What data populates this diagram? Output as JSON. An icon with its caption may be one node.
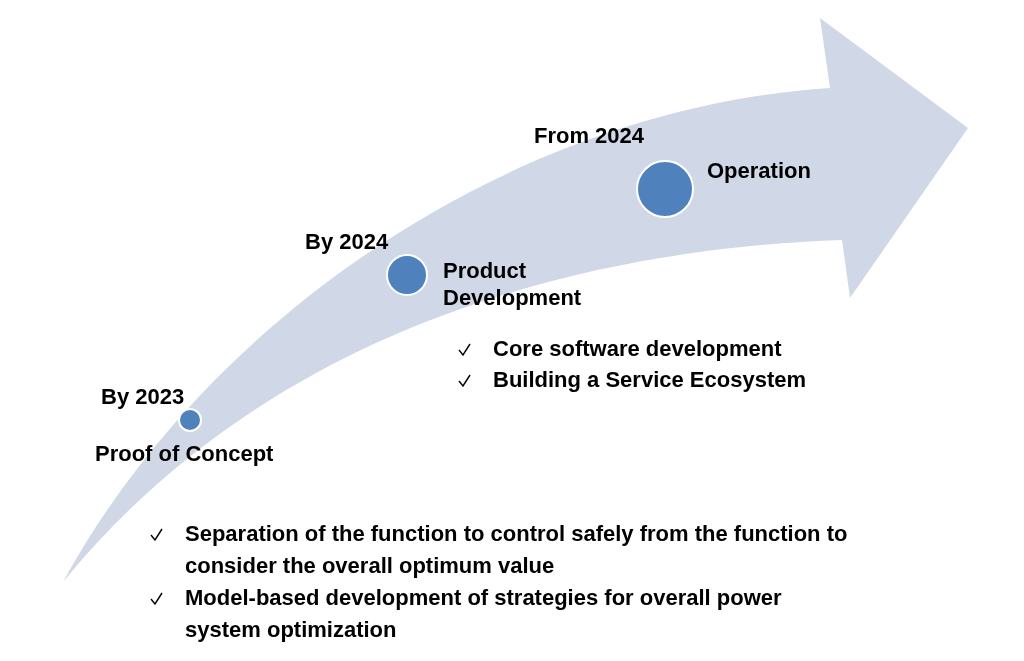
{
  "diagram": {
    "nodes": [
      {
        "text": [
          "By 2023",
          "Proof of Concept"
        ]
      },
      {
        "text": [
          "By 2024",
          "Product Development"
        ]
      },
      {
        "text": [
          "From 2024",
          "Operation"
        ]
      }
    ],
    "labels": [
      "Core software development",
      "Building a Service Ecosystem",
      "Separation of the function to control safely from the function to consider the overall optimum value",
      "Model-based development of strategies for overall power system optimization"
    ]
  }
}
